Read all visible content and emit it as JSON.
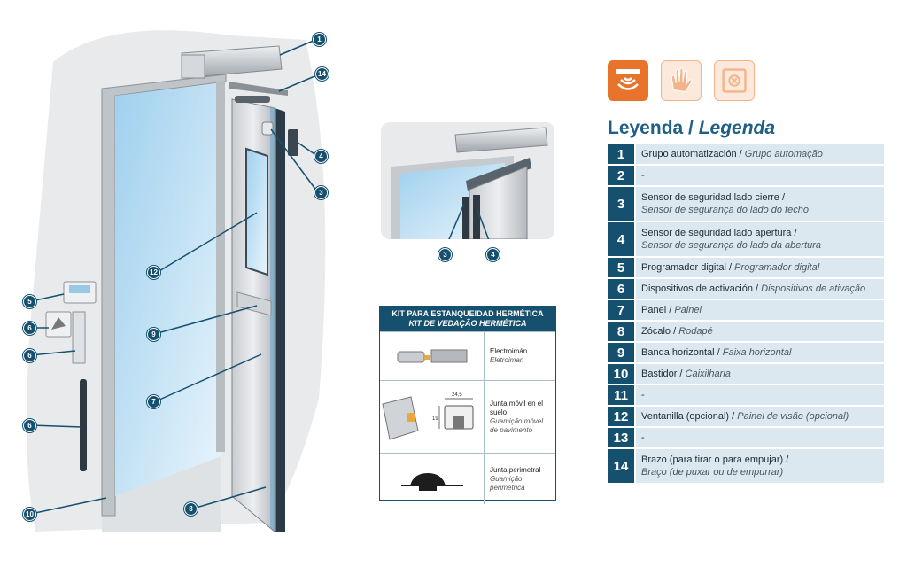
{
  "callouts": {
    "main": [
      "1",
      "14",
      "4",
      "3",
      "12",
      "9",
      "7",
      "8",
      "5",
      "6",
      "6",
      "6",
      "10"
    ],
    "detail": [
      "3",
      "4"
    ]
  },
  "kit": {
    "title_es": "KIT PARA ESTANQUEIDAD HERMÉTICA",
    "title_pt": "KIT DE VEDAÇÃO HERMÉTICA",
    "dimension_width": "24,5",
    "dimension_height": "19",
    "items": [
      {
        "name_es": "Electroimán",
        "name_pt": "Eletroiman"
      },
      {
        "name_es": "Junta móvil en el suelo",
        "name_pt": "Guamição móvel de pavimento"
      },
      {
        "name_es": "Junta perimetral",
        "name_pt": "Guamição perimétrica"
      }
    ]
  },
  "icons": [
    "sensor-icon",
    "hand-icon",
    "safe-icon"
  ],
  "colors": {
    "accent": "#16506f",
    "title": "#1f5f86",
    "row_bg": "#dce8f0",
    "icon_orange": "#e8742c"
  },
  "legend": {
    "title_es": "Leyenda",
    "title_sep": " / ",
    "title_pt": "Legenda",
    "rows": [
      {
        "num": "1",
        "es": "Grupo automatización",
        "sep": " / ",
        "pt": "Grupo automação"
      },
      {
        "num": "2",
        "es": "-",
        "sep": "",
        "pt": ""
      },
      {
        "num": "3",
        "es": "Sensor de seguridad lado cierre /",
        "sep": "",
        "pt": "Sensor de segurança do lado do fecho",
        "multiline": true
      },
      {
        "num": "4",
        "es": "Sensor de seguridad lado apertura /",
        "sep": "",
        "pt": "Sensor de segurança do lado da abertura",
        "multiline": true
      },
      {
        "num": "5",
        "es": "Programador digital",
        "sep": " / ",
        "pt": "Programador digital"
      },
      {
        "num": "6",
        "es": "Dispositivos de activación",
        "sep": " / ",
        "pt": "Dispositivos de ativação"
      },
      {
        "num": "7",
        "es": "Panel",
        "sep": " / ",
        "pt": "Painel"
      },
      {
        "num": "8",
        "es": "Zócalo",
        "sep": " / ",
        "pt": "Rodapé"
      },
      {
        "num": "9",
        "es": "Banda horizontal",
        "sep": " / ",
        "pt": "Faixa horizontal"
      },
      {
        "num": "10",
        "es": "Bastidor",
        "sep": " / ",
        "pt": "Caixilharia"
      },
      {
        "num": "11",
        "es": "-",
        "sep": "",
        "pt": ""
      },
      {
        "num": "12",
        "es": "Ventanilla (opcional)",
        "sep": " / ",
        "pt": "Painel de visão (opcional)"
      },
      {
        "num": "13",
        "es": "-",
        "sep": "",
        "pt": ""
      },
      {
        "num": "14",
        "es": "Brazo (para tirar o para empujar) /",
        "sep": "",
        "pt": "Braço (de puxar ou de empurrar)",
        "multiline": true
      }
    ]
  }
}
